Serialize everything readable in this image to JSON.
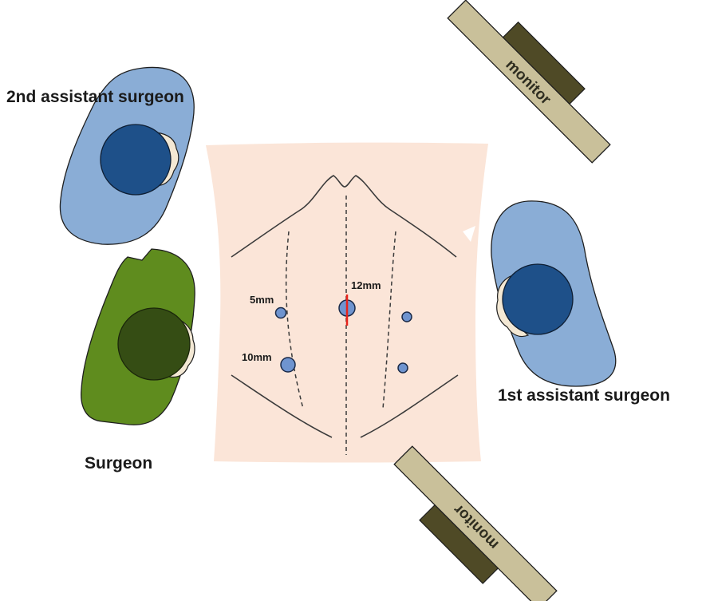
{
  "roles": {
    "second_assistant": "2nd assistant surgeon",
    "surgeon": "Surgeon",
    "first_assistant": "1st assistant surgeon"
  },
  "monitors": {
    "top": "monitor",
    "bottom": "monitor"
  },
  "ports": {
    "port_5mm": "5mm",
    "port_10mm": "10mm",
    "port_12mm": "12mm"
  },
  "colors": {
    "assistant_body": "#8aadd6",
    "assistant_head": "#1e5089",
    "surgeon_body": "#5f8c1e",
    "surgeon_head": "#354d14",
    "abdomen_skin": "#fbe5d8",
    "monitor_frame": "#c9c09a",
    "monitor_back": "#4f4a26",
    "port": "#6f94cf",
    "camera_incision": "#e8231b"
  }
}
